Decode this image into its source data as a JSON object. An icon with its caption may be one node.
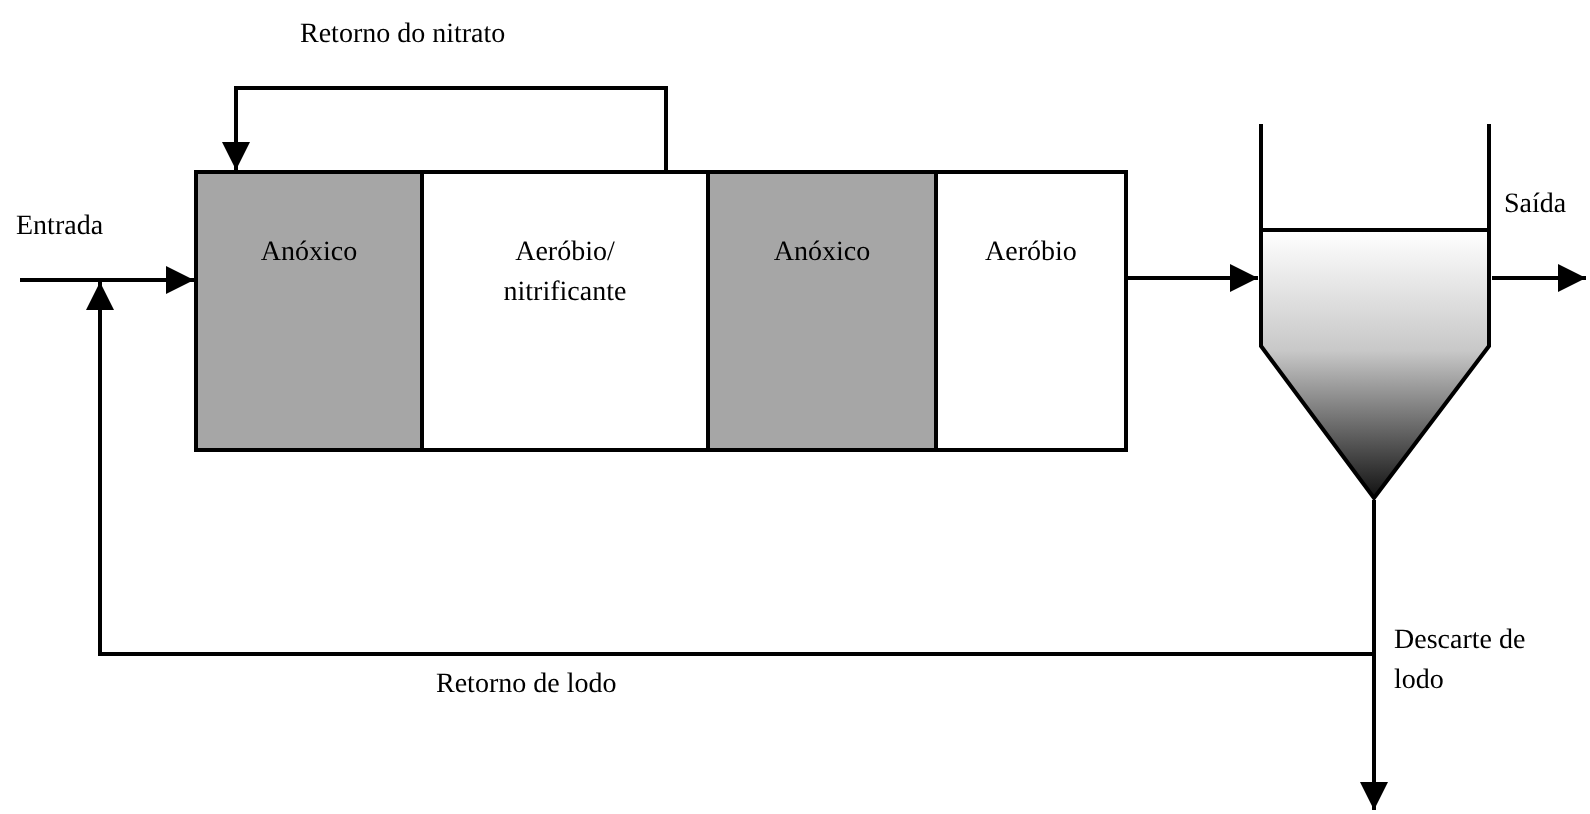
{
  "diagram": {
    "nodes": [
      {
        "text": [
          "Anóxico"
        ]
      },
      {
        "text": [
          "Aeróbio/ nitrificante"
        ]
      },
      {
        "text": [
          "Anóxico"
        ]
      },
      {
        "text": [
          "Aeróbio"
        ]
      },
      {
        "text": [],
        "shape": "box"
      }
    ],
    "edges": [
      {
        "from": null,
        "to": 0,
        "arrow": "to",
        "label": "Entrada"
      },
      {
        "from": 1,
        "to": 0,
        "arrow": "to",
        "label": "Retorno do nitrato"
      },
      {
        "from": 3,
        "to": 4,
        "arrow": "to"
      },
      {
        "from": 4,
        "to": null,
        "arrow": "to",
        "label": "Saída"
      },
      {
        "from": 4,
        "to": null,
        "arrow": "to",
        "label": "Descarte de lodo"
      },
      {
        "from": 4,
        "to": null,
        "arrow": "to",
        "label": "Retorno de lodo"
      }
    ]
  }
}
